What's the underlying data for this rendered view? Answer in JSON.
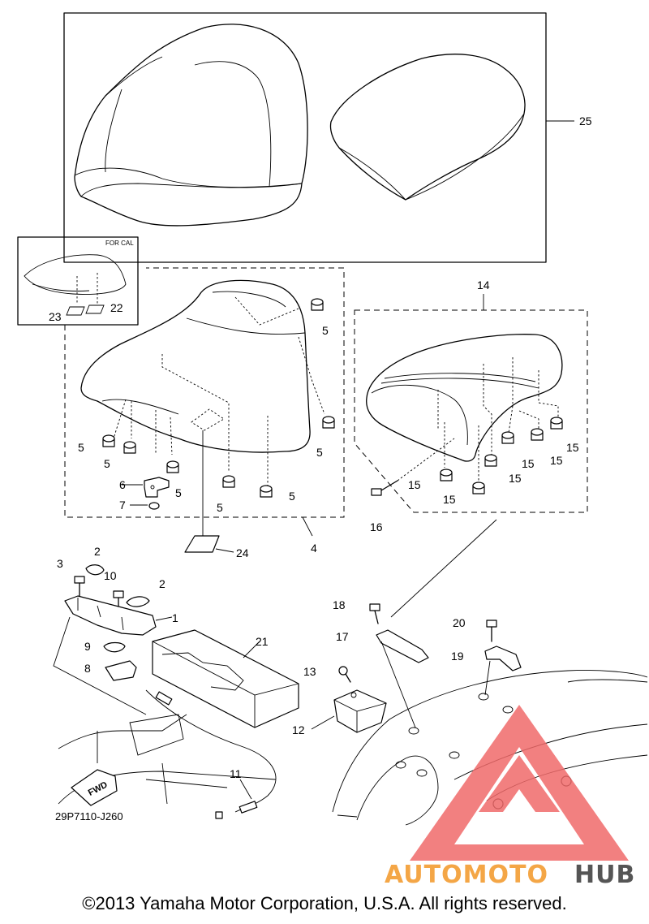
{
  "diagram_code": "29P7110-J260",
  "inset_label": "FOR CAL",
  "fwd_label": "FWD",
  "copyright": "©2013 Yamaha Motor Corporation, U.S.A. All rights reserved.",
  "watermark": {
    "part1": "AUTOMOTO",
    "part2": "HUB",
    "color1": "#f4a646",
    "color2": "#555555",
    "triangle_color": "#f06a6a"
  },
  "callouts": {
    "c1": "1",
    "c2a": "2",
    "c2b": "2",
    "c3": "3",
    "c4": "4",
    "c5a": "5",
    "c5b": "5",
    "c5c": "5",
    "c5d": "5",
    "c5e": "5",
    "c5f": "5",
    "c5g": "5",
    "c6": "6",
    "c7": "7",
    "c8": "8",
    "c9": "9",
    "c10": "10",
    "c11": "11",
    "c12": "12",
    "c13": "13",
    "c14": "14",
    "c15a": "15",
    "c15b": "15",
    "c15c": "15",
    "c15d": "15",
    "c15e": "15",
    "c15f": "15",
    "c16": "16",
    "c17": "17",
    "c18": "18",
    "c19": "19",
    "c20": "20",
    "c21": "21",
    "c22": "22",
    "c23": "23",
    "c24": "24",
    "c25": "25"
  }
}
